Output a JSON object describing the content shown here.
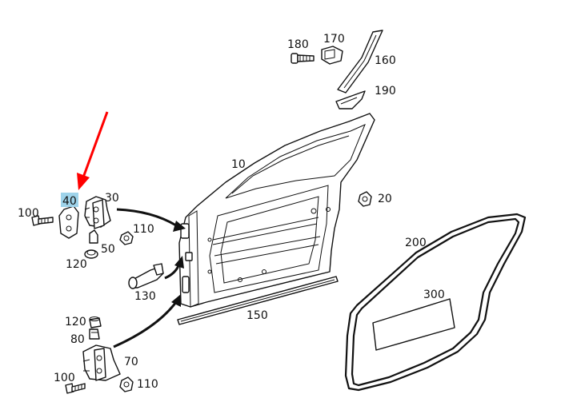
{
  "diagram": {
    "labels": {
      "p10": "10",
      "p20": "20",
      "p30": "30",
      "p40": "40",
      "p50": "50",
      "p70": "70",
      "p80": "80",
      "p100_top": "100",
      "p100_bottom": "100",
      "p110_top": "110",
      "p110_bottom": "110",
      "p120_top": "120",
      "p120_bottom": "120",
      "p130": "130",
      "p150": "150",
      "p160": "160",
      "p170": "170",
      "p180": "180",
      "p190": "190",
      "p200": "200",
      "p300": "300"
    },
    "highlight_color": "#9ed3ea",
    "pointer_arrow_color": "#ff0000",
    "line_color": "#111111"
  }
}
